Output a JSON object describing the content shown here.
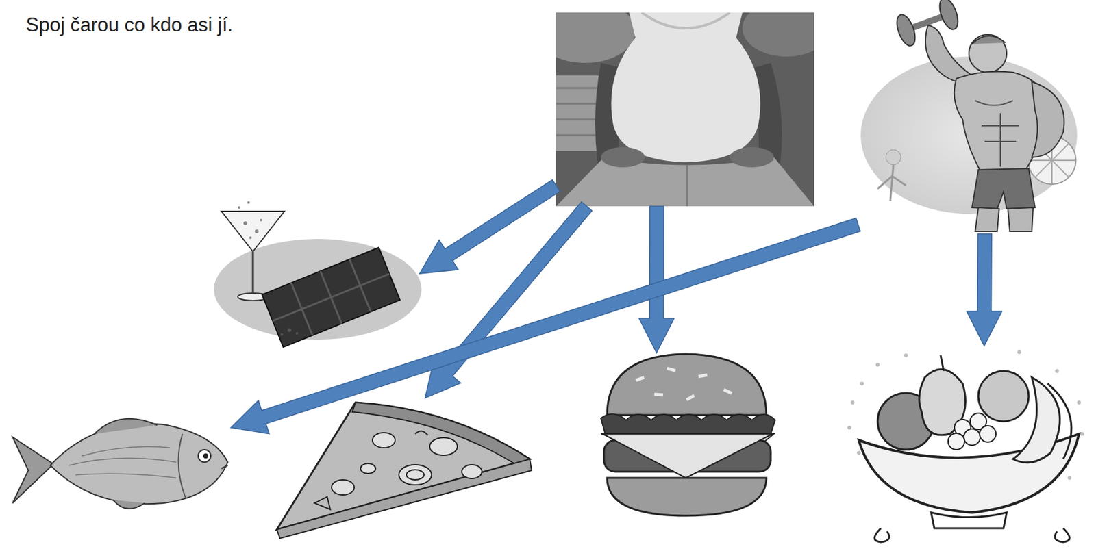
{
  "diagram": {
    "title": "Spoj čarou co kdo asi jí.",
    "nodes": [
      {
        "text": []
      },
      {
        "text": []
      },
      {
        "text": []
      },
      {
        "text": []
      },
      {
        "text": []
      },
      {
        "text": []
      },
      {
        "text": []
      }
    ],
    "edges": [
      {
        "from": 0,
        "to": 2,
        "arrow": "to"
      },
      {
        "from": 0,
        "to": 4,
        "arrow": "to"
      },
      {
        "from": 0,
        "to": 5,
        "arrow": "to"
      },
      {
        "from": 1,
        "to": 3,
        "arrow": "to"
      },
      {
        "from": 1,
        "to": 6,
        "arrow": "to"
      }
    ]
  }
}
